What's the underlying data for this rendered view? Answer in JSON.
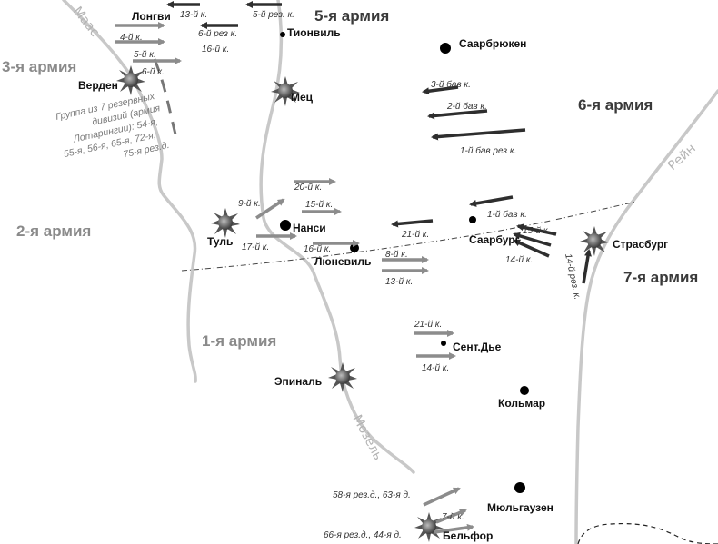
{
  "rivers": [
    {
      "id": "maas",
      "label": "Маас"
    },
    {
      "id": "mozel",
      "label": "Мозель"
    },
    {
      "id": "rein",
      "label": "Рейн"
    }
  ],
  "armies": [
    {
      "id": "5",
      "label": "5-я армия",
      "side": "de"
    },
    {
      "id": "3",
      "label": "3-я армия",
      "side": "fr"
    },
    {
      "id": "6",
      "label": "6-я армия",
      "side": "de"
    },
    {
      "id": "2",
      "label": "2-я армия",
      "side": "fr"
    },
    {
      "id": "7",
      "label": "7-я армия",
      "side": "de"
    },
    {
      "id": "1",
      "label": "1-я армия",
      "side": "fr"
    }
  ],
  "cities": [
    {
      "id": "longvi",
      "label": "Лонгви",
      "marker": "none"
    },
    {
      "id": "tionvil",
      "label": "Тионвиль",
      "marker": "dot"
    },
    {
      "id": "saarbryuken",
      "label": "Саарбрюкен",
      "marker": "dot"
    },
    {
      "id": "verden",
      "label": "Верден",
      "marker": "fortress"
    },
    {
      "id": "mets",
      "label": "Мец",
      "marker": "fortress"
    },
    {
      "id": "tul",
      "label": "Туль",
      "marker": "fortress"
    },
    {
      "id": "nansi",
      "label": "Нанси",
      "marker": "dot"
    },
    {
      "id": "lyunevil",
      "label": "Люневиль",
      "marker": "dot"
    },
    {
      "id": "saarburg",
      "label": "Саарбург",
      "marker": "dot"
    },
    {
      "id": "strasburg",
      "label": "Страсбург",
      "marker": "fortress"
    },
    {
      "id": "sent-die",
      "label": "Сент.Дье",
      "marker": "dot"
    },
    {
      "id": "epinal",
      "label": "Эпиналь",
      "marker": "fortress"
    },
    {
      "id": "kolmar",
      "label": "Кольмар",
      "marker": "dot"
    },
    {
      "id": "myulgauzen",
      "label": "Мюльгаузен",
      "marker": "dot"
    },
    {
      "id": "belfor",
      "label": "Бельфор",
      "marker": "fortress"
    }
  ],
  "units": [
    {
      "id": "u13k-top",
      "label": "13-й к.",
      "side": "de"
    },
    {
      "id": "u5rez-top",
      "label": "5-й рез. к.",
      "side": "de"
    },
    {
      "id": "u4k-fr",
      "label": "4-й к.",
      "side": "fr"
    },
    {
      "id": "u6rez",
      "label": "6-й рез к.",
      "side": "de"
    },
    {
      "id": "u16k-top",
      "label": "16-й к.",
      "side": "de"
    },
    {
      "id": "u5k-fr",
      "label": "5-й к.",
      "side": "fr"
    },
    {
      "id": "u6k-fr",
      "label": "6-й к.",
      "side": "fr"
    },
    {
      "id": "u3bav",
      "label": "3-й бав к.",
      "side": "de"
    },
    {
      "id": "u2bav",
      "label": "2-й бав к.",
      "side": "de"
    },
    {
      "id": "u1bavrez",
      "label": "1-й бав  рез к.",
      "side": "de"
    },
    {
      "id": "u20k",
      "label": "20-й к.",
      "side": "fr"
    },
    {
      "id": "u9k",
      "label": "9-й к.",
      "side": "fr"
    },
    {
      "id": "u15k-fr",
      "label": "15-й к.",
      "side": "fr"
    },
    {
      "id": "u16k-fr",
      "label": "16-й к.",
      "side": "fr"
    },
    {
      "id": "u17k",
      "label": "17-й к.",
      "side": "fr"
    },
    {
      "id": "u1bav",
      "label": "1-й бав к.",
      "side": "de"
    },
    {
      "id": "u21k-de",
      "label": "21-й к.",
      "side": "de"
    },
    {
      "id": "u15k-de",
      "label": "15-й к.",
      "side": "de"
    },
    {
      "id": "u14k-de",
      "label": "14-й к.",
      "side": "de"
    },
    {
      "id": "u14rez",
      "label": "14-й рез. к.",
      "side": "de"
    },
    {
      "id": "u8k",
      "label": "8-й к.",
      "side": "fr"
    },
    {
      "id": "u13k-fr",
      "label": "13-й к.",
      "side": "fr"
    },
    {
      "id": "u21k-fr",
      "label": "21-й к.",
      "side": "fr"
    },
    {
      "id": "u14k-fr",
      "label": "14-й к.",
      "side": "fr"
    },
    {
      "id": "u58rez",
      "label": "58-я рез.д., 63-я д.",
      "side": "fr"
    },
    {
      "id": "u7k",
      "label": "7-й к.",
      "side": "fr"
    },
    {
      "id": "u66rez",
      "label": "66-я рез.д., 44-я д.",
      "side": "fr"
    }
  ],
  "reserve_group_note": [
    "Группа из 7 резервных",
    "дивизий (армия",
    "Лотарингии):  54-я,",
    "55-я, 56-я, 65-я, 72-я,",
    "75-я рез.д."
  ],
  "colors": {
    "french_arrow": "#8c8c8c",
    "german_arrow": "#2e2e2e",
    "french_army_label": "#8a8a8a",
    "german_army_label": "#3a3a3a",
    "river": "#c8c8c8"
  },
  "icons": {
    "fortress": "fortress-star-icon",
    "town": "town-dot-icon"
  }
}
